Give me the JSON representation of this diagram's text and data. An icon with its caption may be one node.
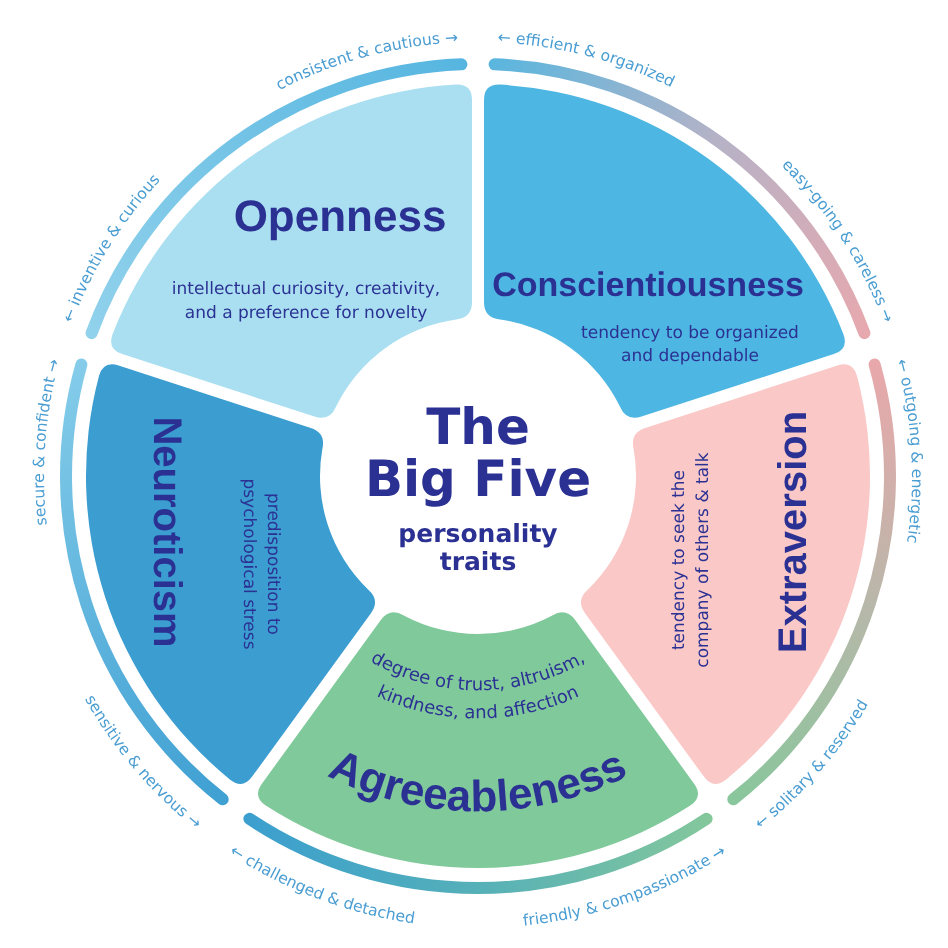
{
  "diagram": {
    "nodes": [
      {
        "text": [
          "The Big Five",
          "personality traits"
        ]
      },
      {
        "text": [
          "Openness",
          "intellectual curiosity, creativity, and a preference for novelty"
        ]
      },
      {
        "text": [
          "Conscientiousness",
          "tendency to be organized and dependable"
        ]
      },
      {
        "text": [
          "Extraversion",
          "tendency to seek the company of others & talk"
        ]
      },
      {
        "text": [
          "degree of trust, altruism, kindness, and affection",
          "Agreeableness"
        ]
      },
      {
        "text": [
          "Neuroticism",
          "predisposition to psychological stress"
        ]
      }
    ],
    "labels": [
      "consistent & cautious →",
      "← efficient & organized",
      "easy-going & careless →",
      "← outgoing & energetic",
      "friendly & compassionate →",
      "← solitary & reserved",
      "sensitive & nervous →",
      "← challenged & detached",
      "secure & confident →",
      "← inventive & curious"
    ]
  }
}
